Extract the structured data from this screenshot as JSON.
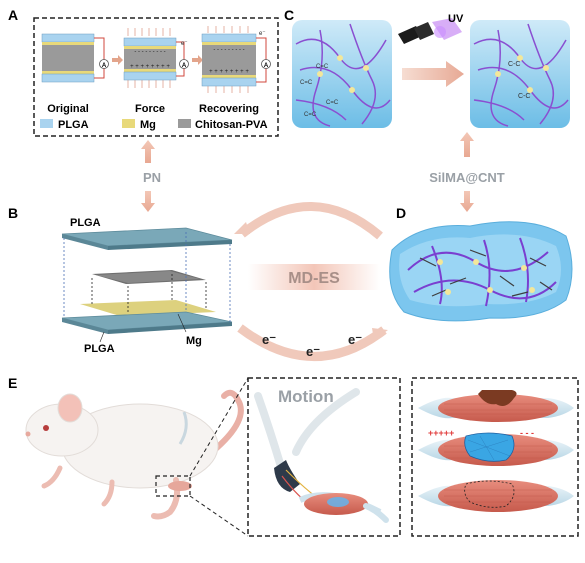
{
  "panels": {
    "A": {
      "letter": "A",
      "stages": [
        "Original",
        "Force",
        "Recovering"
      ],
      "legend": [
        {
          "label": "PLGA",
          "color": "#a9d3ef"
        },
        {
          "label": "Mg",
          "color": "#e8d97a"
        },
        {
          "label": "Chitosan-PVA",
          "color": "#9a9a9a"
        }
      ],
      "meter_symbol": "A",
      "electron": "e⁻"
    },
    "B": {
      "letter": "B",
      "top_layer": "PLGA",
      "bottom_layer": "PLGA",
      "metal": "Mg"
    },
    "C": {
      "letter": "C",
      "uv": "UV",
      "bond_before": "C=C",
      "bond_after": "C-C"
    },
    "D": {
      "letter": "D"
    },
    "E": {
      "letter": "E",
      "motion": "Motion",
      "plus_signs": "+++++"
    }
  },
  "connectors": {
    "pn": "PN",
    "silma": "SilMA@CNT",
    "mdes": "MD-ES",
    "electron": "e⁻"
  },
  "colors": {
    "plga": "#a9d3ef",
    "mg": "#e8d97a",
    "chitosan": "#9a9a9a",
    "arrow": "#e8b6a0",
    "gel": "#6fc0ea",
    "muscle": "#d9786a",
    "network": "#8a4fd1"
  }
}
